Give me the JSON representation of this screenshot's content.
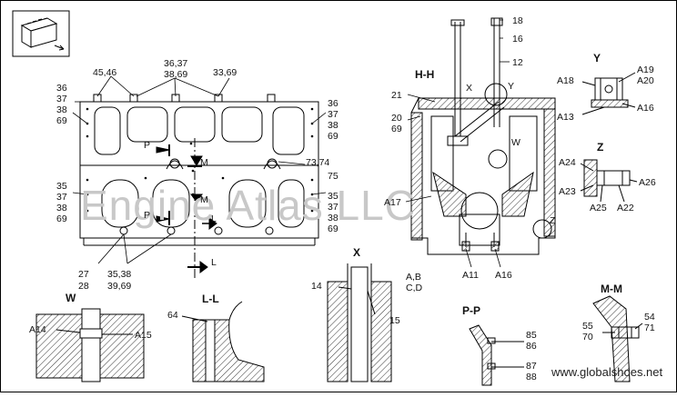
{
  "watermark": "Engine Atlas LLC",
  "website": "www.globalshoes.net",
  "titles": {
    "hh": "H-H",
    "y": "Y",
    "z": "Z",
    "x": "X",
    "w": "W",
    "ll": "L-L",
    "pp": "P-P",
    "mm": "M-M"
  },
  "labels": {
    "l4546": "45,46",
    "l3637": "36,37",
    "l3869": "38,69",
    "l3369": "33,69",
    "lA36": "36",
    "lA37": "37",
    "lA38": "38",
    "lA69": "69",
    "rA36": "36",
    "rA37": "37",
    "rA38": "38",
    "rA69": "69",
    "lB35": "35",
    "lB37": "37",
    "lB38": "38",
    "lB69": "69",
    "rB35": "35",
    "rB37": "37",
    "rB38": "38",
    "rB69": "69",
    "r7374": "73,74",
    "r75": "75",
    "p1": "P",
    "p2": "P",
    "m1": "M",
    "m2": "M",
    "l1": "L",
    "l2": "L",
    "b27": "27",
    "b28": "28",
    "b3538": "35,38",
    "b3969": "39,69",
    "h18": "18",
    "h16": "16",
    "h12": "12",
    "h21": "21",
    "h20": "20",
    "h69": "69",
    "hX": "X",
    "hY": "Y",
    "hW": "W",
    "hZ": "Z",
    "hA17": "A17",
    "hAB": "A,B",
    "hCD": "C,D",
    "hA11": "A11",
    "hA16": "A16",
    "yA18": "A18",
    "yA19": "A19",
    "yA20": "A20",
    "yA13": "A13",
    "yA16": "A16",
    "zA24": "A24",
    "zA23": "A23",
    "zA26": "A26",
    "zA25": "A25",
    "zA22": "A22",
    "x14": "14",
    "x15": "15",
    "wA14": "A14",
    "wA15": "A15",
    "ll64": "64",
    "pp85": "85",
    "pp86": "86",
    "pp87": "87",
    "pp88": "88",
    "mm55": "55",
    "mm70": "70",
    "mm54": "54",
    "mm71": "71"
  }
}
